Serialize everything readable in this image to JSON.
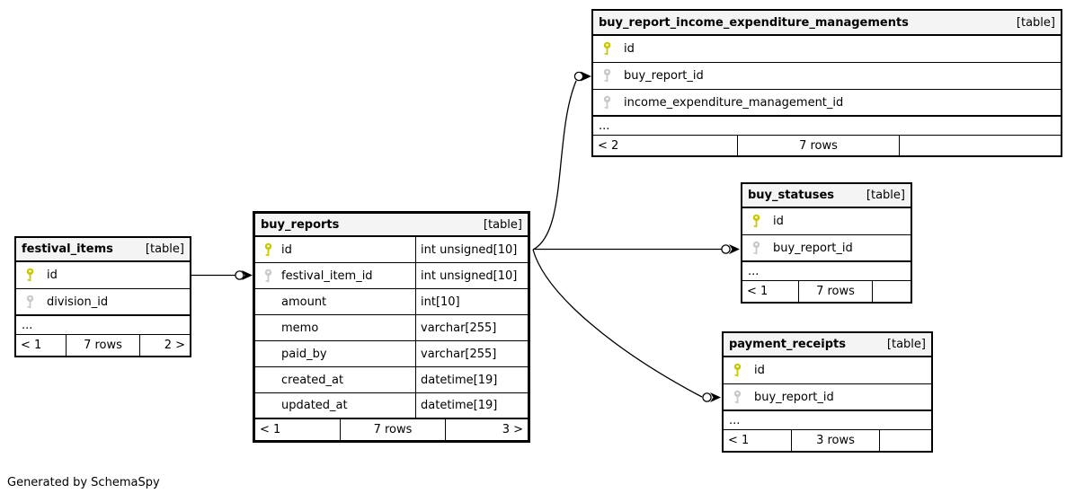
{
  "credit": "Generated by SchemaSpy",
  "colors": {
    "pk": "#c8c800",
    "fk": "#c9c9c9",
    "header_bg": "#f4f4f4",
    "line": "#000000"
  },
  "tables": {
    "festival_items": {
      "title": "festival_items",
      "tag": "[table]",
      "columns": [
        {
          "name": "id",
          "key": "pk"
        },
        {
          "name": "division_id",
          "key": "fk"
        }
      ],
      "ellipsis": "...",
      "footer": {
        "left": "< 1",
        "center": "7 rows",
        "right": "2 >"
      }
    },
    "buy_reports": {
      "title": "buy_reports",
      "tag": "[table]",
      "columns": [
        {
          "name": "id",
          "key": "pk",
          "type": "int unsigned[10]"
        },
        {
          "name": "festival_item_id",
          "key": "fk",
          "type": "int unsigned[10]"
        },
        {
          "name": "amount",
          "key": "",
          "type": "int[10]"
        },
        {
          "name": "memo",
          "key": "",
          "type": "varchar[255]"
        },
        {
          "name": "paid_by",
          "key": "",
          "type": "varchar[255]"
        },
        {
          "name": "created_at",
          "key": "",
          "type": "datetime[19]"
        },
        {
          "name": "updated_at",
          "key": "",
          "type": "datetime[19]"
        }
      ],
      "footer": {
        "left": "< 1",
        "center": "7 rows",
        "right": "3 >"
      }
    },
    "buy_report_income_expenditure_managements": {
      "title": "buy_report_income_expenditure_managements",
      "tag": "[table]",
      "columns": [
        {
          "name": "id",
          "key": "pk"
        },
        {
          "name": "buy_report_id",
          "key": "fk"
        },
        {
          "name": "income_expenditure_management_id",
          "key": "fk"
        }
      ],
      "ellipsis": "...",
      "footer": {
        "left": "< 2",
        "center": "7 rows",
        "right": ""
      }
    },
    "buy_statuses": {
      "title": "buy_statuses",
      "tag": "[table]",
      "columns": [
        {
          "name": "id",
          "key": "pk"
        },
        {
          "name": "buy_report_id",
          "key": "fk"
        }
      ],
      "ellipsis": "...",
      "footer": {
        "left": "< 1",
        "center": "7 rows",
        "right": ""
      }
    },
    "payment_receipts": {
      "title": "payment_receipts",
      "tag": "[table]",
      "columns": [
        {
          "name": "id",
          "key": "pk"
        },
        {
          "name": "buy_report_id",
          "key": "fk"
        }
      ],
      "ellipsis": "...",
      "footer": {
        "left": "< 1",
        "center": "3 rows",
        "right": ""
      }
    }
  },
  "relationships": [
    {
      "from": "festival_items.id",
      "to": "buy_reports.festival_item_id"
    },
    {
      "from": "buy_reports.id",
      "to": "buy_report_income_expenditure_managements.buy_report_id"
    },
    {
      "from": "buy_reports.id",
      "to": "buy_statuses.buy_report_id"
    },
    {
      "from": "buy_reports.id",
      "to": "payment_receipts.buy_report_id"
    }
  ]
}
